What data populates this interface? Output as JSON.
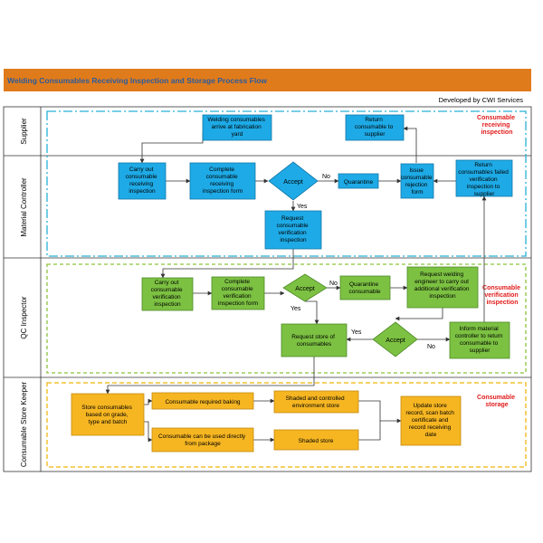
{
  "title": "Welding Consumables Receiving Inspection and Storage Process Flow",
  "credit": "Developed by CWI Services",
  "lanes": [
    "Supplier",
    "Material Controller",
    "QC Inspector",
    "Consumable Store Keeper"
  ],
  "section_labels": {
    "receiving": [
      "Consumable",
      "receiving",
      "inspection"
    ],
    "verification": [
      "Consumable",
      "verification",
      "inspection"
    ],
    "storage": [
      "Consumable",
      "storage"
    ]
  },
  "nodes": {
    "arrive": [
      "Welding consumables",
      "arrive at fabrication",
      "yard"
    ],
    "return_supplier": [
      "Return",
      "consumable to",
      "supplier"
    ],
    "mc_receiving": [
      "Carry out",
      "consumable",
      "receiving",
      "inspection"
    ],
    "mc_form": [
      "Complete",
      "consumable",
      "receiving",
      "inspection form"
    ],
    "mc_accept": [
      "Accept"
    ],
    "mc_quarantine": [
      "Quarantine"
    ],
    "mc_issue_rejection": [
      "Issue",
      "consumable",
      "rejection",
      "form"
    ],
    "mc_return_failed": [
      "Return",
      "consumables failed",
      "verification",
      "inspection to",
      "supplier"
    ],
    "mc_request_verification": [
      "Request",
      "consumable",
      "verification",
      "inspection"
    ],
    "qc_verification": [
      "Carry out",
      "consumable",
      "verification",
      "inspection"
    ],
    "qc_form": [
      "Complete",
      "consumable",
      "verification",
      "inspection form"
    ],
    "qc_accept1": [
      "Accept"
    ],
    "qc_quarantine": [
      "Quarantine",
      "consumable"
    ],
    "qc_request_engineer": [
      "Request welding",
      "engineer to carry out",
      "additional verification",
      "inspection"
    ],
    "qc_request_store": [
      "Request store of",
      "consumables"
    ],
    "qc_accept2": [
      "Accept"
    ],
    "qc_inform": [
      "Inform material",
      "controller to return",
      "consumable to",
      "supplier"
    ],
    "sk_store": [
      "Store consumables",
      "based on grade,",
      "type and batch"
    ],
    "sk_baking": [
      "Consumable required baking"
    ],
    "sk_direct": [
      "Consumable can be used directly",
      "from package"
    ],
    "sk_shaded_controlled": [
      "Shaded and controlled",
      "environment store"
    ],
    "sk_shaded": [
      "Shaded store"
    ],
    "sk_update": [
      "Update store",
      "record, scan batch",
      "certificate and",
      "record receiving",
      "date"
    ]
  },
  "edge_labels": {
    "mc_no": "No",
    "mc_yes": "Yes",
    "qc1_no": "No",
    "qc1_yes": "Yes",
    "qc2_yes": "Yes",
    "qc2_no": "No"
  },
  "colors": {
    "header": "#E07B1B",
    "title_text": "#2E5C9A",
    "blue_fill": "#1EAAE6",
    "blue_stroke": "#1378A8",
    "green_fill": "#7CC142",
    "green_stroke": "#4E8A28",
    "orange_fill": "#F6B622",
    "orange_stroke": "#C48A10",
    "receiving_dash": "#28B0D8",
    "verification_dash": "#8CC43C",
    "storage_dash": "#F4C030",
    "section_label": "#E21B1B"
  }
}
